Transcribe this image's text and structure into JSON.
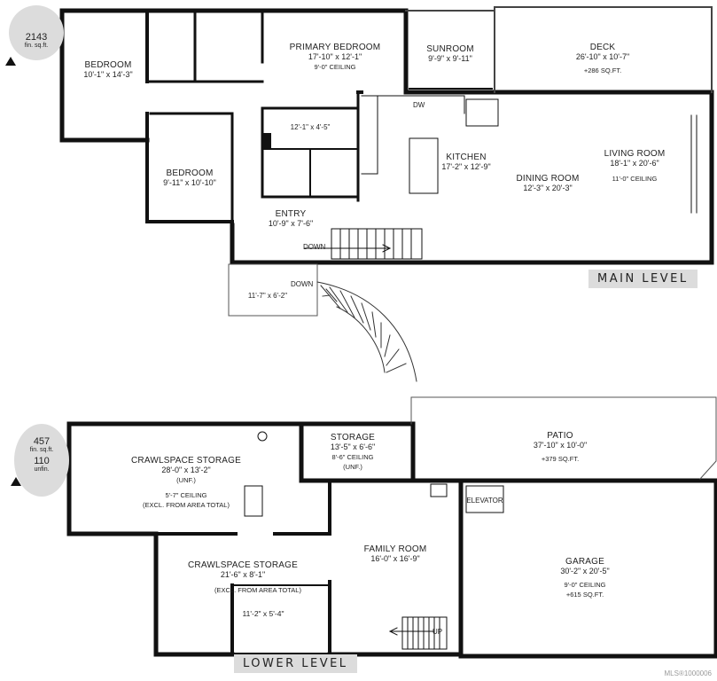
{
  "main_level": {
    "level_label": "MAIN LEVEL",
    "area_badge": {
      "value": "2143",
      "unit": "fin. sq.ft."
    },
    "north_arrow": "north-arrow-icon",
    "rooms": [
      {
        "id": "bedroom1",
        "name": "BEDROOM",
        "dims": "10'-1\" x 14'-3\""
      },
      {
        "id": "primary",
        "name": "PRIMARY BEDROOM",
        "dims": "17'-10\" x 12'-1\"",
        "note": "9'-0\" CEILING"
      },
      {
        "id": "sunroom",
        "name": "SUNROOM",
        "dims": "9'-9\" x 9'-11\""
      },
      {
        "id": "deck",
        "name": "DECK",
        "dims": "26'-10\" x 10'-7\"",
        "note": "+286 SQ.FT."
      },
      {
        "id": "walkin",
        "name": "",
        "dims": "12'-1\" x 4'-5\""
      },
      {
        "id": "kitchen",
        "name": "KITCHEN",
        "dims": "17'-2\" x 12'-9\""
      },
      {
        "id": "dining",
        "name": "DINING ROOM",
        "dims": "12'-3\" x 20'-3\""
      },
      {
        "id": "living",
        "name": "LIVING ROOM",
        "dims": "18'-1\" x 20'-6\"",
        "note": "11'-0\" CEILING"
      },
      {
        "id": "bedroom2",
        "name": "BEDROOM",
        "dims": "9'-11\" x 10'-10\""
      },
      {
        "id": "entry",
        "name": "ENTRY",
        "dims": "10'-9\" x 7'-6\""
      },
      {
        "id": "landing",
        "name": "",
        "dims": "11'-7\" x 6'-2\""
      }
    ],
    "fixtures": {
      "dw": "DW"
    },
    "stair_labels": {
      "down1": "DOWN",
      "down2": "DOWN"
    }
  },
  "lower_level": {
    "level_label": "LOWER LEVEL",
    "area_badge": {
      "value": "457",
      "unit": "fin. sq.ft.",
      "value2": "110",
      "unit2": "unfin."
    },
    "north_arrow": "north-arrow-icon",
    "rooms": [
      {
        "id": "crawl1",
        "name": "CRAWLSPACE STORAGE",
        "dims": "28'-0\" x 13'-2\"",
        "tag": "(UNF.)",
        "note1": "5'-7\" CEILING",
        "note2": "(EXCL. FROM AREA TOTAL)"
      },
      {
        "id": "storage",
        "name": "STORAGE",
        "dims": "13'-5\" x 6'-6\"",
        "note1": "8'-6\" CEILING",
        "tag": "(UNF.)"
      },
      {
        "id": "patio",
        "name": "PATIO",
        "dims": "37'-10\" x 10'-0\"",
        "note": "+379 SQ.FT."
      },
      {
        "id": "crawl2",
        "name": "CRAWLSPACE STORAGE",
        "dims": "21'-6\" x 8'-1\"",
        "note2": "(EXCL. FROM AREA TOTAL)",
        "extra": "11'-2\" x 5'-4\""
      },
      {
        "id": "family",
        "name": "FAMILY ROOM",
        "dims": "16'-0\" x 16'-9\""
      },
      {
        "id": "garage",
        "name": "GARAGE",
        "dims": "30'-2\" x 20'-5\"",
        "note1": "9'-0\" CEILING",
        "note2": "+615 SQ.FT."
      },
      {
        "id": "elevator",
        "name": "ELEVATOR"
      }
    ],
    "stair_labels": {
      "up": "UP"
    }
  },
  "watermark": "MLS®1000006"
}
